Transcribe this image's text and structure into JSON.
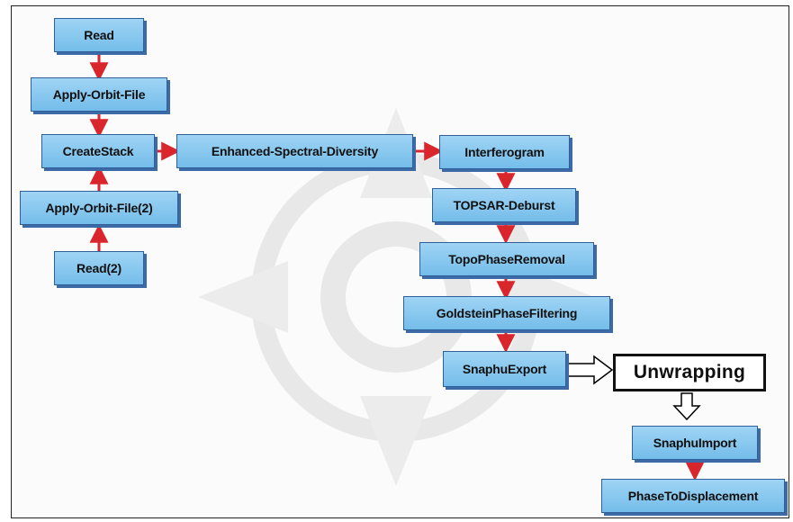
{
  "nodes": {
    "read": "Read",
    "apply_orbit_file": "Apply-Orbit-File",
    "create_stack": "CreateStack",
    "apply_orbit_file_2": "Apply-Orbit-File(2)",
    "read_2": "Read(2)",
    "enhanced_spectral_diversity": "Enhanced-Spectral-Diversity",
    "interferogram": "Interferogram",
    "topsar_deburst": "TOPSAR-Deburst",
    "topo_phase_removal": "TopoPhaseRemoval",
    "goldstein_phase_filtering": "GoldsteinPhaseFiltering",
    "snaphu_export": "SnaphuExport",
    "unwrapping": "Unwrapping",
    "snaphu_import": "SnaphuImport",
    "phase_to_displacement": "PhaseToDisplacement"
  },
  "colors": {
    "node_fill": "#8ccaf0",
    "node_border": "#2f5f96",
    "arrow_red": "#d9262c",
    "hollow_arrow": "#000000"
  }
}
